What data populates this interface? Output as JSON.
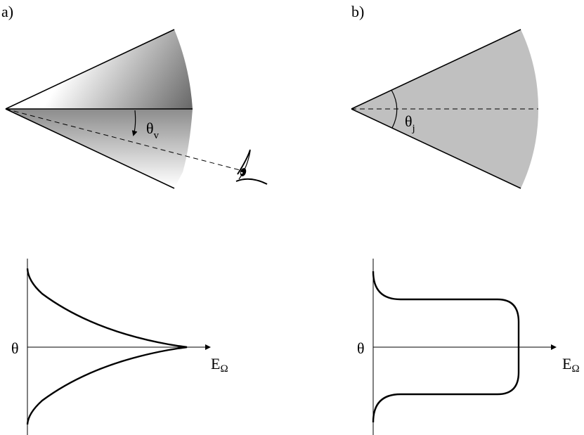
{
  "panels": {
    "a": {
      "label": "a)",
      "angle_symbol": "θ",
      "angle_subscript": "v"
    },
    "b": {
      "label": "b)",
      "angle_symbol": "θ",
      "angle_subscript": "j"
    }
  },
  "plots": {
    "a": {
      "ylabel": "θ",
      "xlabel": "E",
      "xlabel_subscript": "Ω"
    },
    "b": {
      "ylabel": "θ",
      "xlabel": "E",
      "xlabel_subscript": "Ω"
    }
  },
  "colors": {
    "ink": "#000000",
    "uniform_jet_fill": "#c0c0c0",
    "structured_jet_core": "#6a6a6a",
    "background": "#ffffff"
  },
  "icons": {
    "observer": "eye-icon"
  }
}
